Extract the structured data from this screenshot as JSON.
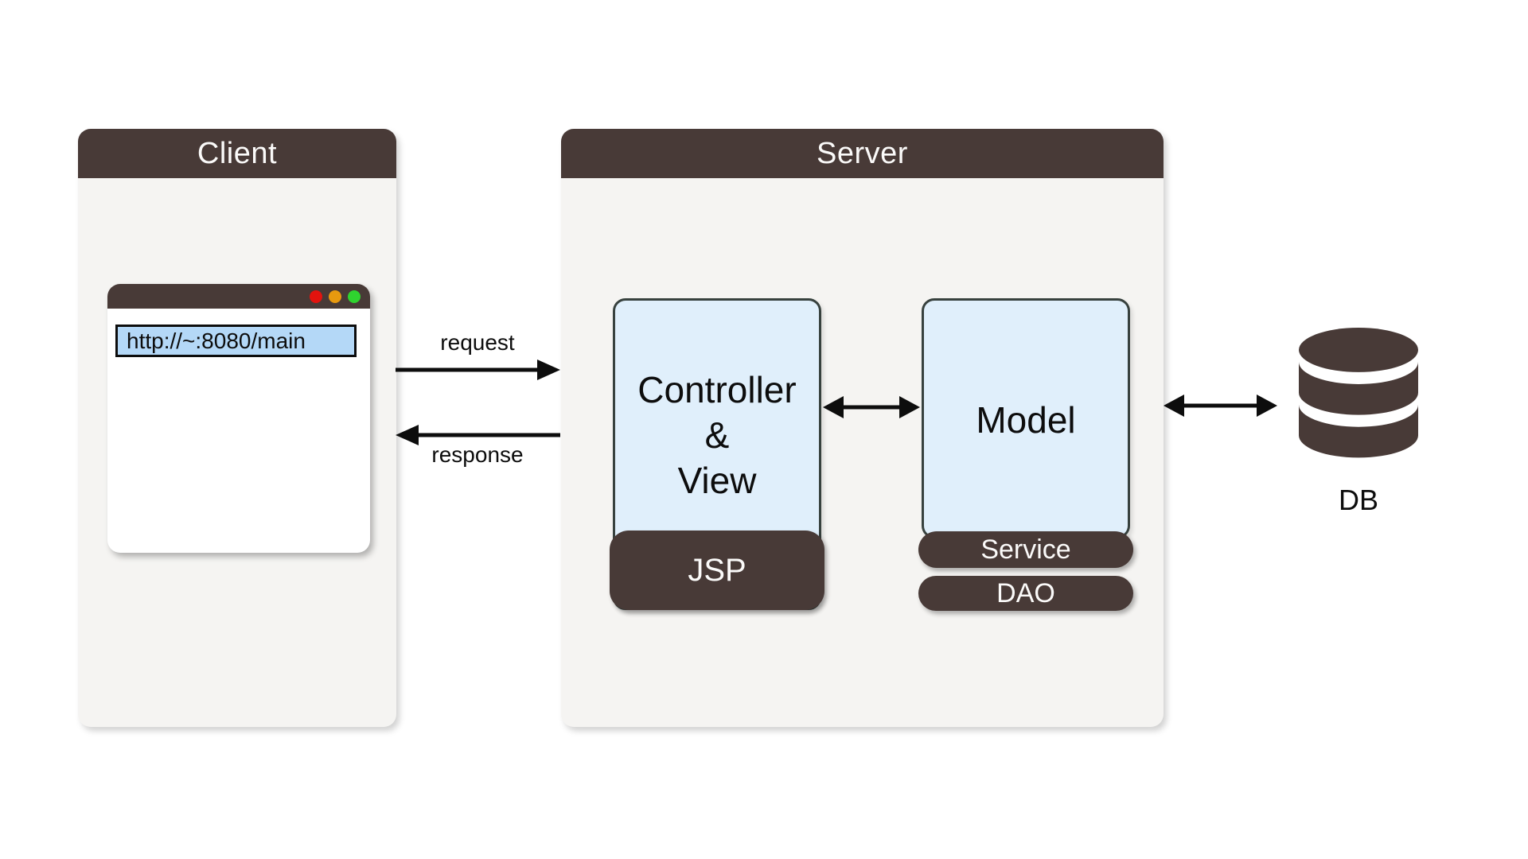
{
  "client": {
    "title": "Client",
    "browser": {
      "url": "http://~:8080/main",
      "traffic_lights": [
        {
          "name": "close",
          "color": "#e3130e"
        },
        {
          "name": "minimize",
          "color": "#e7990f"
        },
        {
          "name": "maximize",
          "color": "#2fd32f"
        }
      ]
    }
  },
  "flow": {
    "request_label": "request",
    "response_label": "response"
  },
  "server": {
    "title": "Server",
    "controller_view": {
      "lines": [
        "Controller",
        "&",
        "View"
      ],
      "footer_label": "JSP"
    },
    "model": {
      "label": "Model",
      "service_label": "Service",
      "dao_label": "DAO"
    }
  },
  "database": {
    "label": "DB"
  },
  "colors": {
    "dark_brown": "#483a37",
    "panel_bg": "#f5f4f2",
    "card_fill": "#e0effb",
    "card_border": "#37413e",
    "url_bar_fill": "#b4d8f7",
    "arrow_black": "#0d0d0d"
  }
}
